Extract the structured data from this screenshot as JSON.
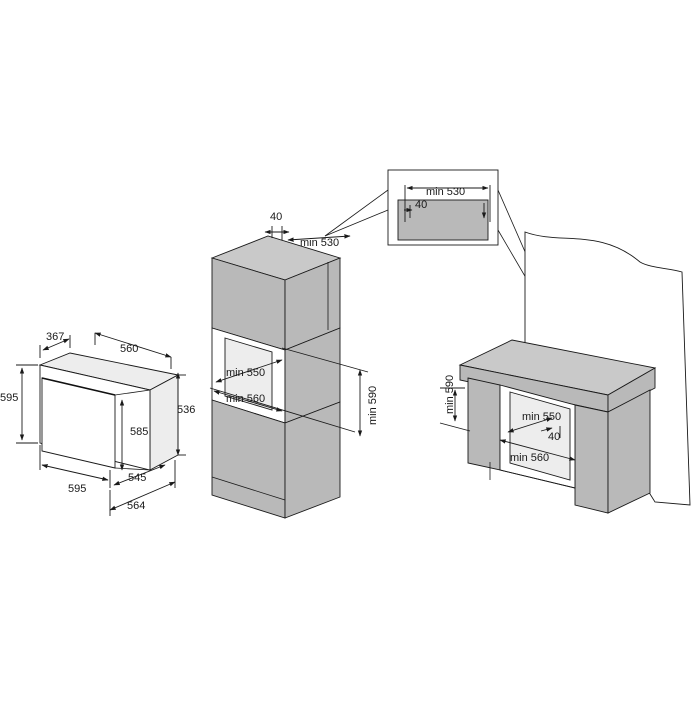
{
  "oven": {
    "depth_top": "367",
    "width_top": "560",
    "height_left": "595",
    "height_right": "536",
    "inner_height": "585",
    "width_bottom": "595",
    "depth_545": "545",
    "depth_564": "564"
  },
  "tall_unit": {
    "top_gap": "40",
    "top_depth": "min 530",
    "niche_depth": "min 550",
    "niche_width": "min 560",
    "niche_height": "min 590"
  },
  "detail": {
    "depth": "min 530",
    "gap": "40"
  },
  "under_counter": {
    "niche_height": "min 590",
    "niche_depth": "min 550",
    "gap": "40",
    "niche_width": "min 560"
  }
}
